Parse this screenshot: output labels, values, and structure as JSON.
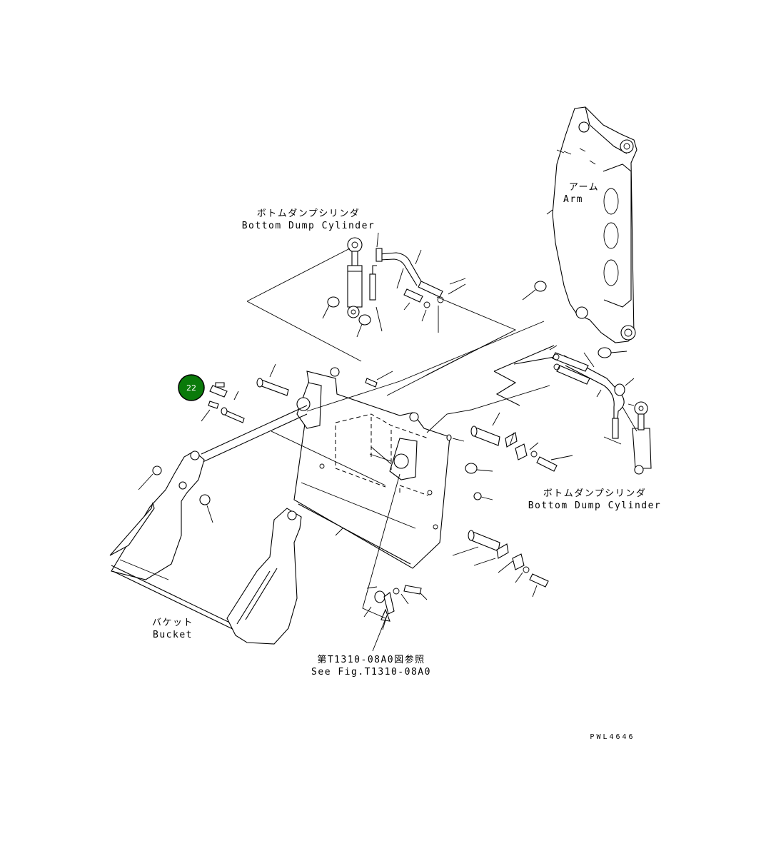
{
  "labels": {
    "bottom_dump_cylinder_top_jp": "ボトムダンプシリンダ",
    "bottom_dump_cylinder_top_en": "Bottom Dump Cylinder",
    "bottom_dump_cylinder_right_jp": "ボトムダンプシリンダ",
    "bottom_dump_cylinder_right_en": "Bottom Dump Cylinder",
    "arm_jp": "アーム",
    "arm_en": "Arm",
    "bucket_jp": "バケット",
    "bucket_en": "Bucket",
    "see_fig_jp": "第T1310-08A0図参照",
    "see_fig_en": "See Fig.T1310-08A0",
    "drawing_code": "PWL4646"
  },
  "callouts": [
    {
      "number": "22",
      "color": "#0a7a0a"
    }
  ]
}
